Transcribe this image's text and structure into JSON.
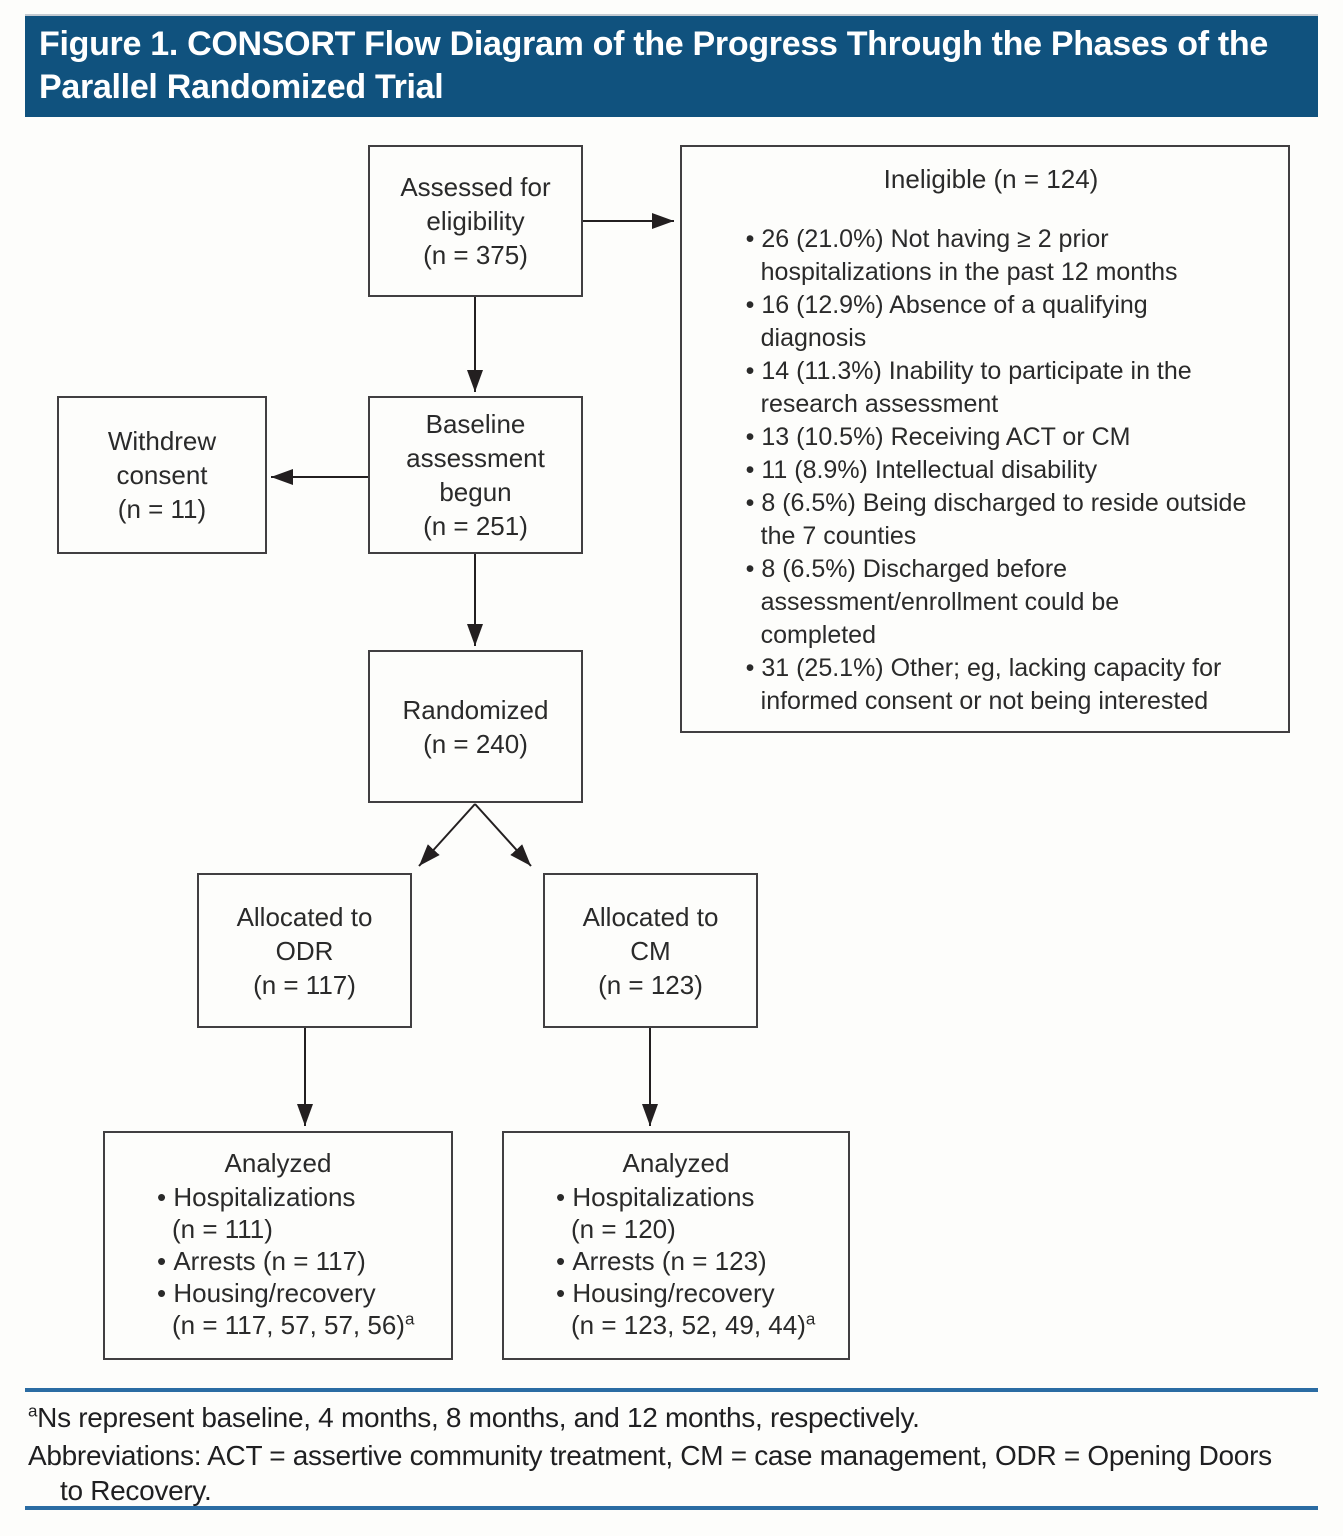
{
  "figure": {
    "title": "Figure 1. CONSORT Flow Diagram of the Progress Through the Phases of the\nParallel Randomized Trial"
  },
  "colors": {
    "header_bg": "#10527e",
    "rule_blue": "#2b6ca3",
    "box_border": "#413f41",
    "text": "#2a2a2a"
  },
  "boxes": {
    "assessed": {
      "text": "Assessed for\neligibility\n(n = 375)"
    },
    "ineligible": {
      "title": "Ineligible (n = 124)",
      "items": [
        "26 (21.0%) Not having ≥ 2 prior\nhospitalizations in the past 12 months",
        "16 (12.9%) Absence of a qualifying\ndiagnosis",
        "14 (11.3%) Inability to participate in the\nresearch assessment",
        "13 (10.5%) Receiving ACT or CM",
        "11 (8.9%) Intellectual disability",
        "8 (6.5%) Being discharged to reside outside\nthe 7 counties",
        "8 (6.5%) Discharged before\nassessment/enrollment could be\ncompleted",
        "31 (25.1%) Other; eg, lacking capacity for\ninformed consent or not being interested"
      ]
    },
    "withdrew": {
      "text": "Withdrew\nconsent\n(n = 11)"
    },
    "baseline": {
      "text": "Baseline\nassessment\nbegun\n(n = 251)"
    },
    "randomized": {
      "text": "Randomized\n(n = 240)"
    },
    "allocated_odr": {
      "text": "Allocated to\nODR\n(n = 117)"
    },
    "allocated_cm": {
      "text": "Allocated to\nCM\n(n = 123)"
    },
    "analyzed_odr": {
      "title": "Analyzed",
      "items": [
        "Hospitalizations\n(n = 111)",
        "Arrests (n = 117)",
        "Housing/recovery\n(n = 117, 57, 57, 56)"
      ]
    },
    "analyzed_cm": {
      "title": "Analyzed",
      "items": [
        "Hospitalizations\n(n = 120)",
        "Arrests (n = 123)",
        "Housing/recovery\n(n = 123, 52, 49, 44)"
      ]
    }
  },
  "footnotes": {
    "sup_a": "a",
    "note_a": "Ns represent baseline, 4 months, 8 months, and 12 months, respectively.",
    "abbreviations": "Abbreviations: ACT = assertive community treatment, CM = case management, ODR = Opening Doors\nto Recovery."
  }
}
